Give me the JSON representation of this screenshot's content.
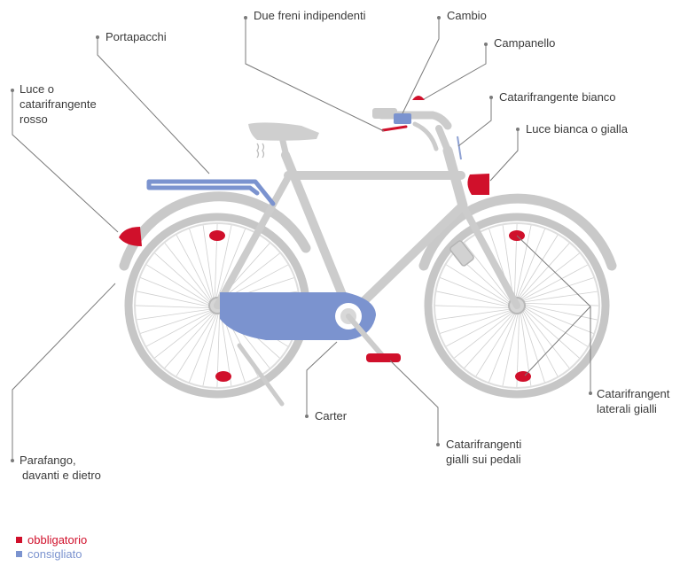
{
  "colors": {
    "frame": "#cccccc",
    "wheel": "#c4c4c4",
    "required": "#d0102b",
    "recommended": "#7b93cf",
    "leader": "#707070",
    "text": "#3a3a3a"
  },
  "labels": {
    "freni": "Due freni indipendenti",
    "cambio": "Cambio",
    "campanello": "Campanello",
    "portapacchi": "Portapacchi",
    "luce_retro": [
      "Luce o",
      "catarifrangente",
      "rosso"
    ],
    "catarifrangente_bianco": "Catarifrangente bianco",
    "luce_bianca": "Luce bianca o gialla",
    "catarifrangenti_laterali": [
      "Catarifrangent",
      "laterali gialli"
    ],
    "carter": "Carter",
    "catarifrangenti_pedali": [
      "Catarifrangenti",
      "gialli sui pedali"
    ],
    "parafango": [
      "Parafango,",
      "davanti e dietro"
    ]
  },
  "legend": {
    "required_label": "obbligatorio",
    "recommended_label": "consigliato"
  }
}
